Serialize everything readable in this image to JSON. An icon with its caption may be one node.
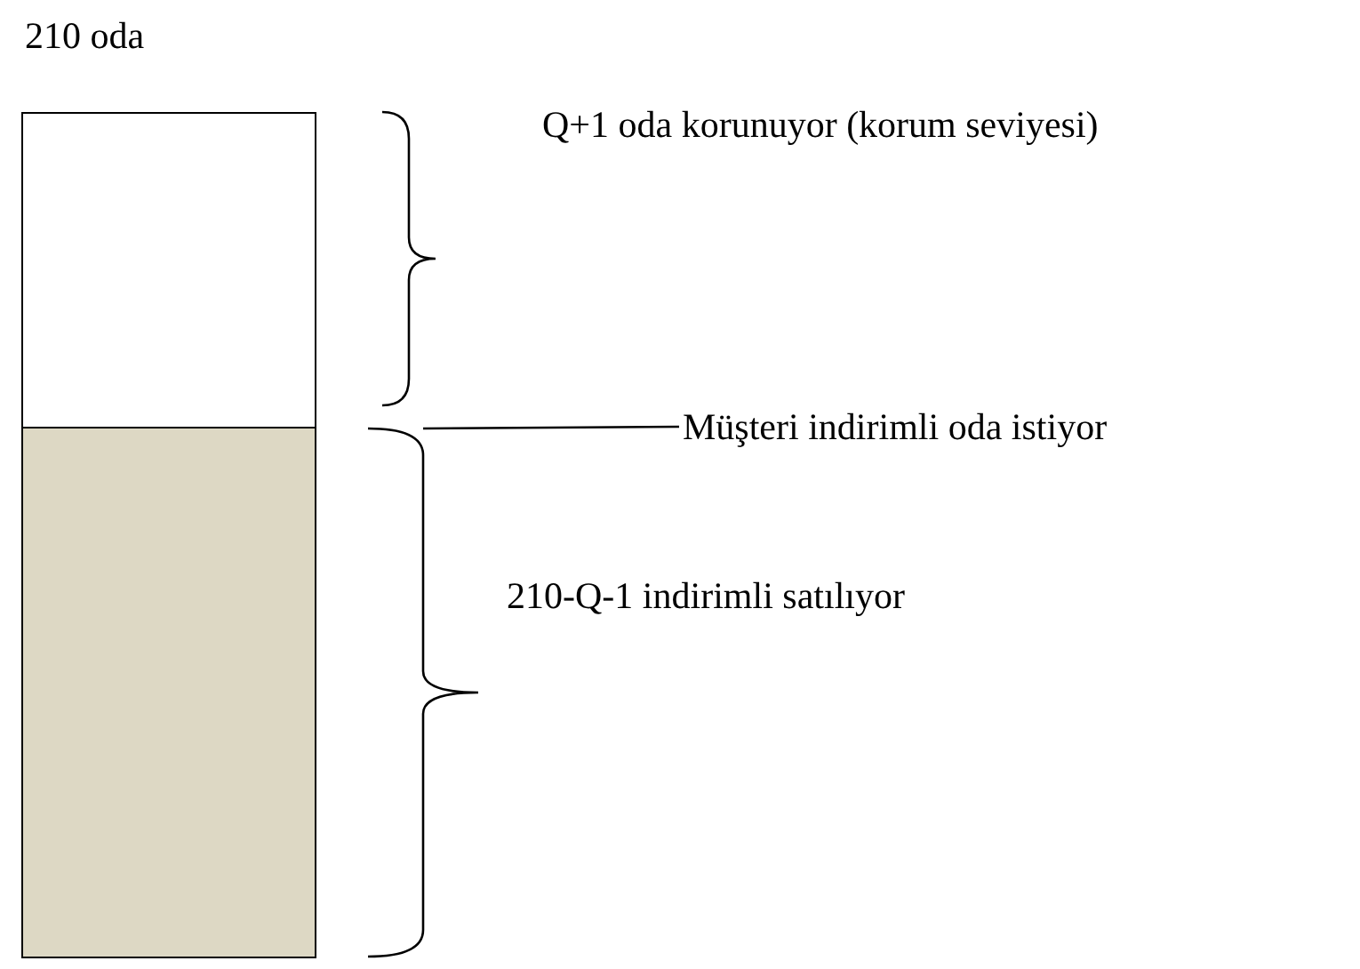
{
  "diagram": {
    "nodes": [
      {
        "text": [
          "210 oda"
        ]
      },
      {
        "text": [],
        "shape": "box",
        "in": 0
      },
      {
        "text": [],
        "shape": "box",
        "in": 0
      },
      {
        "text": [
          "Müşteri indirimli oda istiyor"
        ]
      },
      {
        "text": [],
        "shape": "bracket"
      }
    ],
    "edges": [
      {
        "from": 3,
        "to": 4,
        "arrow": "none"
      }
    ],
    "labels": [
      "Q+1 oda korunuyor (korum seviyesi)",
      "210-Q-1 indirimli satılıyor"
    ]
  }
}
